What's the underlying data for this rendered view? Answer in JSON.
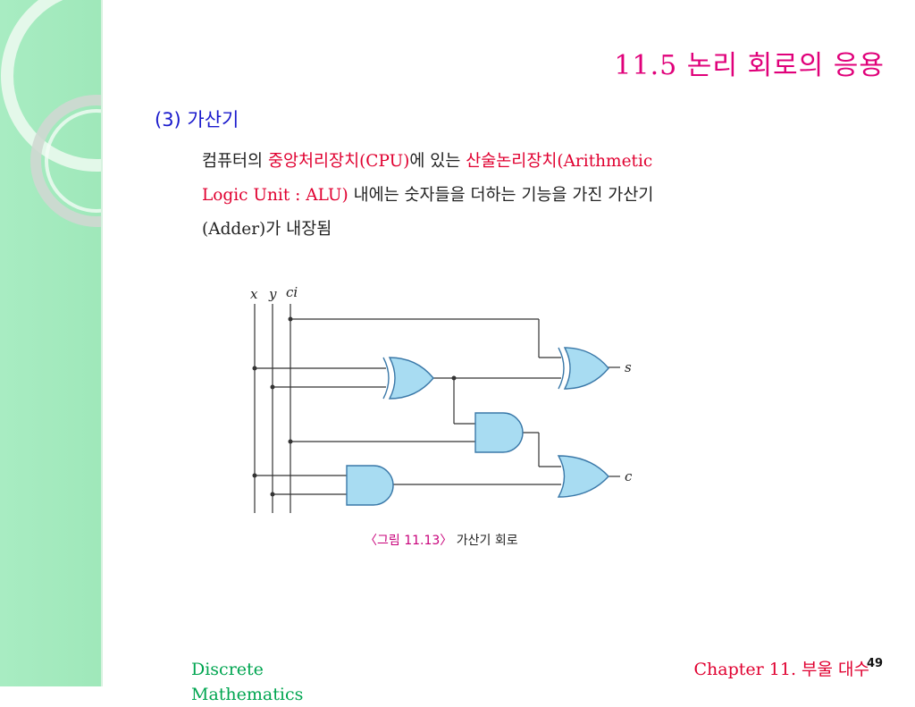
{
  "slide": {
    "title": "11.5 논리 회로의 응용",
    "heading": "(3) 가산기",
    "paragraph": {
      "l1_a": "컴퓨터의 ",
      "l1_b": "중앙처리장치(CPU)",
      "l1_c": "에 있는 ",
      "l1_d": "산술논리장치(Arithmetic",
      "l2_a": "Logic Unit : ALU)",
      "l2_b": " 내에는 숫자들을 더하는 기능을 가진 가산기",
      "l3": "(Adder)가 내장됨"
    },
    "circuit_labels": {
      "x": "x",
      "y": "y",
      "ci": "ci",
      "s": "s",
      "c": "c"
    },
    "caption": {
      "fig": "〈그림 11.13〉",
      "text": " 가산기 회로"
    },
    "footer": {
      "left_1": "Discrete",
      "left_2": "Mathematics",
      "right": "Chapter 11. 부울 대수",
      "page": "49"
    }
  },
  "colors": {
    "title": "#e0007a",
    "heading": "#1a1acc",
    "highlight": "#e00030",
    "gate_fill": "#a8dcf2",
    "sidebar": "#a8ecc2"
  }
}
